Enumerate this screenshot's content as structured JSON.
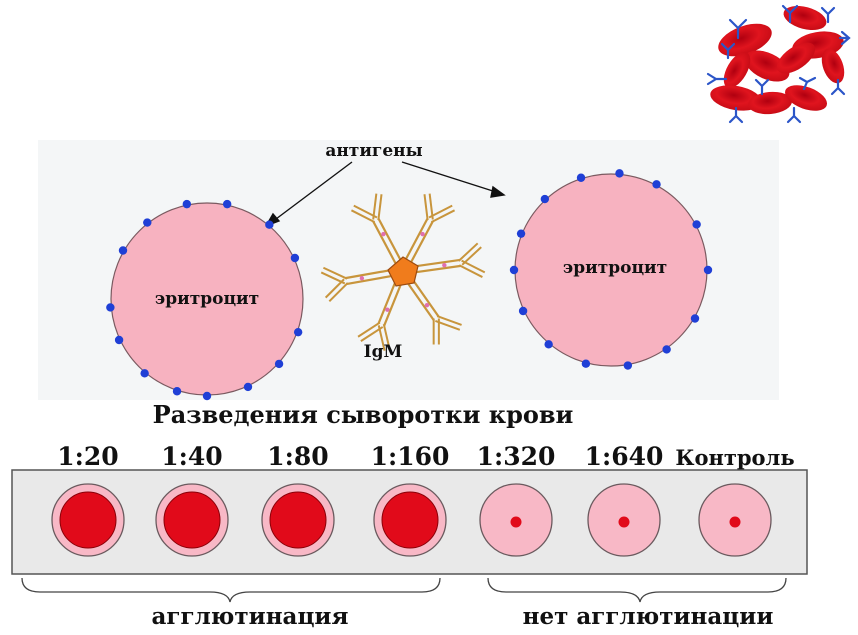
{
  "labels": {
    "antigens": "антигены",
    "erythrocyte_left": "эритроцит",
    "erythrocyte_right": "эритроцит",
    "antibody": "IgM"
  },
  "dilution": {
    "title": "Разведения сыворотки крови",
    "wells": [
      {
        "label": "1:20",
        "agglutination": true
      },
      {
        "label": "1:40",
        "agglutination": true
      },
      {
        "label": "1:80",
        "agglutination": true
      },
      {
        "label": "1:160",
        "agglutination": true
      },
      {
        "label": "1:320",
        "agglutination": false
      },
      {
        "label": "1:640",
        "agglutination": false
      },
      {
        "label": "Контроль",
        "agglutination": false
      }
    ],
    "agglutination_label": "агглютинация",
    "no_agglutination_label": "нет агглютинации"
  },
  "colors": {
    "cell_fill": "#f7b2c0",
    "antigen": "#1f3fd6",
    "antibody": "#c8953c",
    "igm_core": "#f07c1c",
    "well_pink": "#f8b8c6",
    "clot_red": "#e10a1a",
    "rbc_red": "#d8141e",
    "strip_bg": "#e9e9e9"
  }
}
